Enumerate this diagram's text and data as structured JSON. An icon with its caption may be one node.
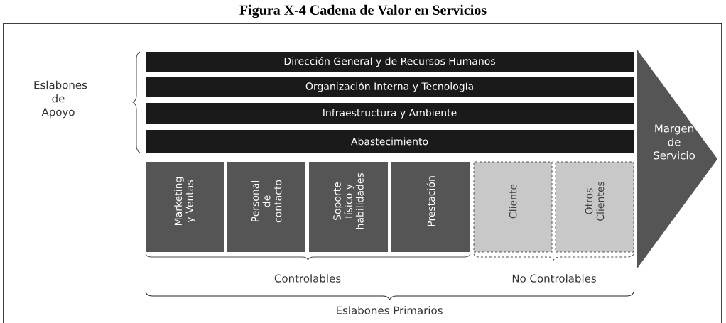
{
  "diagram": {
    "title": "Figura X-4     Cadena de Valor en Servicios",
    "nodes": [
      {
        "text": [
          "Dirección General y de Recursos Humanos"
        ]
      },
      {
        "text": [
          "Organización Interna y Tecnología"
        ]
      },
      {
        "text": [
          "Infraestructura y Ambiente"
        ]
      },
      {
        "text": [
          "Abastecimiento"
        ]
      },
      {
        "text": [
          "Marketing y Ventas"
        ]
      },
      {
        "text": [
          "Personal de contacto"
        ]
      },
      {
        "text": [
          "Soporte físico y habilidades"
        ]
      },
      {
        "text": [
          "Prestación"
        ]
      },
      {
        "text": [
          "Cliente"
        ]
      },
      {
        "text": [
          "Otros Clientes"
        ]
      },
      {
        "text": [
          "Margen de Servicio"
        ]
      }
    ],
    "labels": [
      "Eslabones de Apoyo",
      "Controlables",
      "No Controlables",
      "Eslabones Primarios"
    ]
  }
}
